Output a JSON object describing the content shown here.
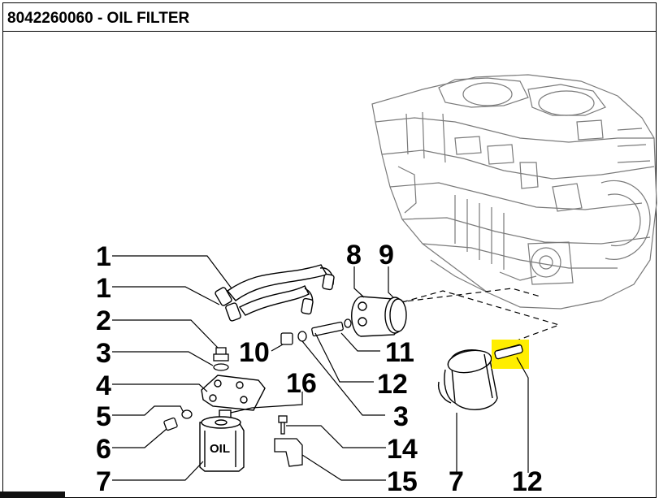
{
  "header": {
    "title": "8042260060 - OIL FILTER"
  },
  "callouts": {
    "l1a": "1",
    "l1b": "1",
    "l2": "2",
    "l3": "3",
    "l4": "4",
    "l5": "5",
    "l6": "6",
    "l7": "7",
    "n8": "8",
    "n9": "9",
    "n10": "10",
    "n11": "11",
    "n12a": "12",
    "n3b": "3",
    "n16": "16",
    "n14": "14",
    "n15": "15",
    "b7": "7",
    "b12": "12"
  },
  "filter_label": "OIL",
  "colors": {
    "highlight": "#ffee00",
    "line": "#000000",
    "engine_line": "#7a7a7a"
  }
}
